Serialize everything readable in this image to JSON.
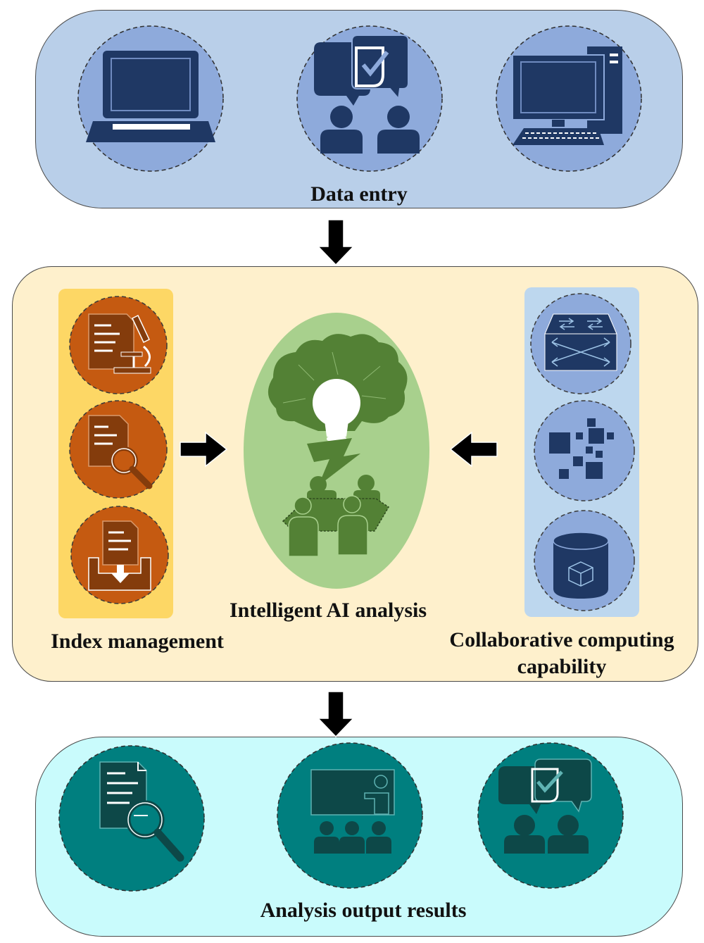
{
  "diagram": {
    "stages": {
      "data_entry": {
        "label": "Data entry"
      },
      "index_management": {
        "label": "Index management"
      },
      "ai_analysis": {
        "label": "Intelligent AI analysis"
      },
      "collaborative": {
        "label_line1": "Collaborative computing",
        "label_line2": "capability"
      },
      "output": {
        "label": "Analysis output results"
      }
    },
    "icons": {
      "data_entry": [
        "laptop-icon",
        "discussion-checklist-icon",
        "desktop-computer-icon"
      ],
      "index_management": [
        "document-microscope-icon",
        "document-search-icon",
        "document-download-tray-icon"
      ],
      "ai_analysis": [
        "brain-idea-team-icon"
      ],
      "collaborative": [
        "network-switch-icon",
        "distributed-blocks-icon",
        "database-cube-icon"
      ],
      "output": [
        "document-search-icon",
        "presentation-audience-icon",
        "discussion-checklist-icon"
      ]
    },
    "colors": {
      "top_panel": "#b9cfe9",
      "middle_panel": "#fef0cc",
      "bottom_panel": "#c9fbfc",
      "index_column": "#fdd765",
      "index_circle": "#c55a11",
      "ai_oval": "#a8d08d",
      "ai_icon": "#538135",
      "collab_column": "#bdd7ee",
      "blue_icon": "#1f3864",
      "teal_circle": "#007f7f",
      "arrow": "#000000"
    }
  }
}
